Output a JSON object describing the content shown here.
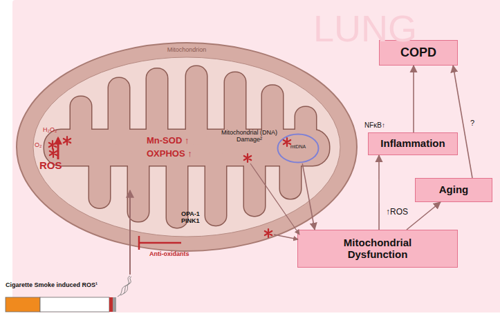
{
  "diagram": {
    "nodes": [
      {
        "text": [
          "LUNG"
        ]
      },
      {
        "text": [
          "Mitochondrion"
        ],
        "in": 0
      },
      {
        "text": [
          "mtDNA"
        ],
        "in": 1
      },
      {
        "text": [
          "COPD"
        ],
        "in": 0
      },
      {
        "text": [
          "Inflammation"
        ],
        "in": 0
      },
      {
        "text": [
          "Aging"
        ],
        "in": 0
      },
      {
        "text": [
          "Mitochondrial Dysfunction"
        ],
        "in": 0
      }
    ],
    "edges": [
      {
        "from": 6,
        "to": 4,
        "label": "↑ROS",
        "arrow": "to"
      },
      {
        "from": 6,
        "to": 5,
        "arrow": "to"
      },
      {
        "from": 4,
        "to": 3,
        "label": "NFκB↑",
        "arrow": "to"
      },
      {
        "from": 5,
        "to": 3,
        "label": "?",
        "arrow": "to"
      },
      {
        "from": 2,
        "to": 6,
        "arrow": "to"
      }
    ],
    "labels": [
      "ROS",
      "H₂O₂",
      "O₂",
      "Mn-SOD ↑",
      "OXPHOS ↑",
      "Mitochondrial (DNA) Damage²",
      "OPA-1 PINK1",
      "Anti-oxidants",
      "Cigarette Smoke induced ROS¹"
    ]
  }
}
